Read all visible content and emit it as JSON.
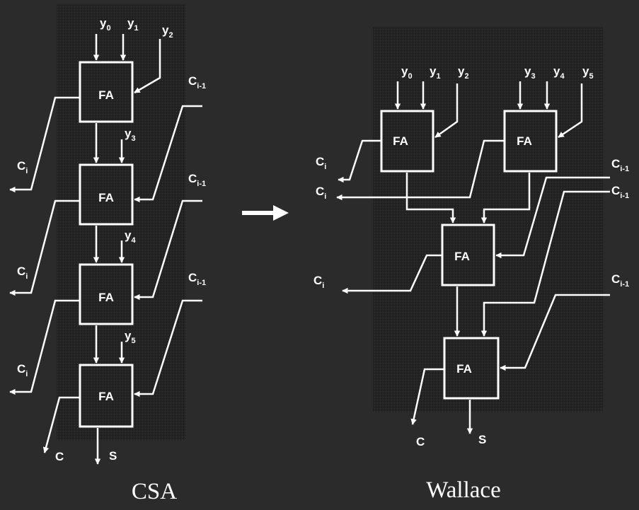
{
  "csa": {
    "title": "CSA",
    "fa_label": "FA",
    "inputs": [
      {
        "base": "y",
        "sub": "0"
      },
      {
        "base": "y",
        "sub": "1"
      },
      {
        "base": "y",
        "sub": "2"
      },
      {
        "base": "y",
        "sub": "3"
      },
      {
        "base": "y",
        "sub": "4"
      },
      {
        "base": "y",
        "sub": "5"
      }
    ],
    "carry_in": {
      "base": "C",
      "sub": "i-1"
    },
    "carry_out": {
      "base": "C",
      "sub": "i"
    },
    "final_carry": "C",
    "sum": "S"
  },
  "wallace": {
    "title": "Wallace",
    "fa_label": "FA",
    "inputs": [
      {
        "base": "y",
        "sub": "0"
      },
      {
        "base": "y",
        "sub": "1"
      },
      {
        "base": "y",
        "sub": "2"
      },
      {
        "base": "y",
        "sub": "3"
      },
      {
        "base": "y",
        "sub": "4"
      },
      {
        "base": "y",
        "sub": "5"
      }
    ],
    "carry_in": {
      "base": "C",
      "sub": "i-1"
    },
    "carry_out": {
      "base": "C",
      "sub": "i"
    },
    "final_carry": "C",
    "sum": "S"
  },
  "colors": {
    "background": "#2b2b2b",
    "panel": "#222222",
    "stroke": "#ffffff"
  }
}
